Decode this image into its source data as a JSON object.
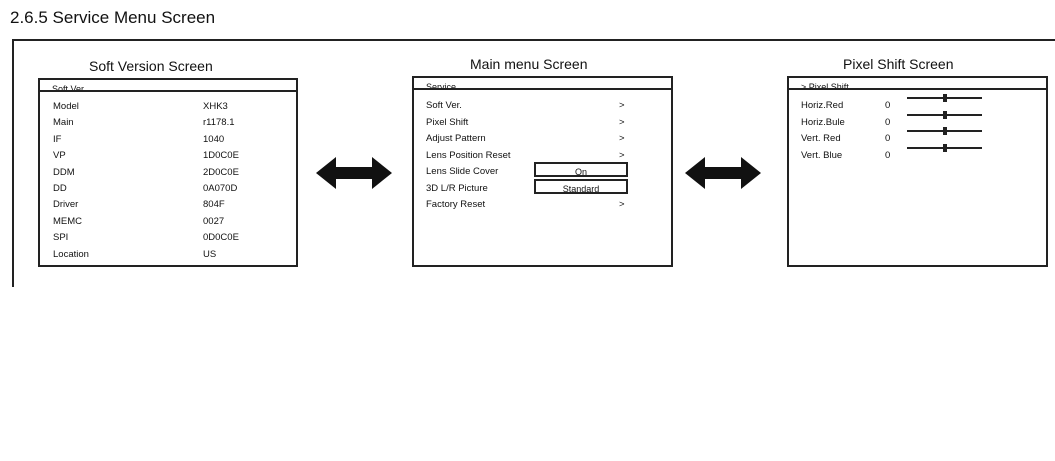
{
  "heading": "2.6.5 Service Menu Screen",
  "soft_version": {
    "title": "Soft Version Screen",
    "header": "Soft Ver.",
    "rows": [
      {
        "label": "Model",
        "value": "XHK3"
      },
      {
        "label": "Main",
        "value": "r1178.1"
      },
      {
        "label": "IF",
        "value": "1040"
      },
      {
        "label": "VP",
        "value": "1D0C0E"
      },
      {
        "label": "DDM",
        "value": "2D0C0E"
      },
      {
        "label": "DD",
        "value": "0A070D"
      },
      {
        "label": "Driver",
        "value": "804F"
      },
      {
        "label": "MEMC",
        "value": "0027"
      },
      {
        "label": "SPI",
        "value": "0D0C0E"
      },
      {
        "label": "Location",
        "value": "US"
      }
    ]
  },
  "main_menu": {
    "title": "Main menu Screen",
    "header": "Service",
    "items": [
      {
        "label": "Soft Ver.",
        "arrow": ">"
      },
      {
        "label": "Pixel Shift",
        "arrow": ">"
      },
      {
        "label": "Adjust Pattern",
        "arrow": ">"
      },
      {
        "label": "Lens Position Reset",
        "arrow": ">"
      },
      {
        "label": "Lens Slide Cover",
        "selection": "On"
      },
      {
        "label": "3D L/R Picture",
        "selection": "Standard"
      },
      {
        "label": "Factory Reset",
        "arrow": ">"
      }
    ]
  },
  "pixel_shift": {
    "title": "Pixel Shift Screen",
    "header": "> Pixel Shift",
    "rows": [
      {
        "label": "Horiz.Red",
        "value": "0",
        "level": 0.5
      },
      {
        "label": "Horiz.Bule",
        "value": "0",
        "level": 0.5
      },
      {
        "label": "Vert. Red",
        "value": "0",
        "level": 0.5
      },
      {
        "label": "Vert. Blue",
        "value": "0",
        "level": 0.5
      }
    ]
  },
  "colors": {
    "line": "#222222",
    "background": "#ffffff"
  }
}
